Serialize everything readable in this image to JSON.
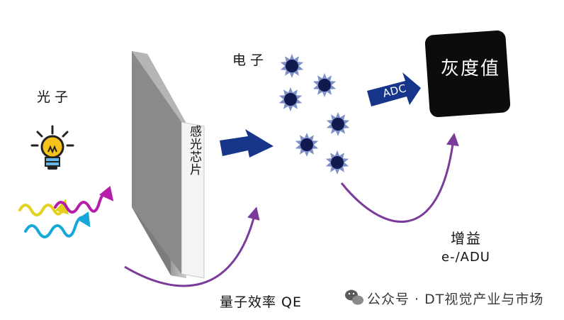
{
  "labels": {
    "photon": "光子",
    "electron": "电子",
    "sensor": "感光芯片",
    "adc": "ADC",
    "gray_value": "灰度值",
    "gain": "增益",
    "gain_unit": "e-/ADU",
    "qe": "量子效率 QE",
    "watermark": "公众号 · DT视觉产业与市场"
  },
  "colors": {
    "arrow_blue": "#17368b",
    "electron_dark": "#101a4e",
    "curve_purple": "#7a3b9a",
    "gray_box": "#0c0c0c",
    "wave_yellow": "#e4d21a",
    "wave_magenta": "#b51ea8",
    "wave_cyan": "#16a8d8"
  },
  "icons": [
    "light-bulb-icon",
    "wechat-logo-icon"
  ]
}
